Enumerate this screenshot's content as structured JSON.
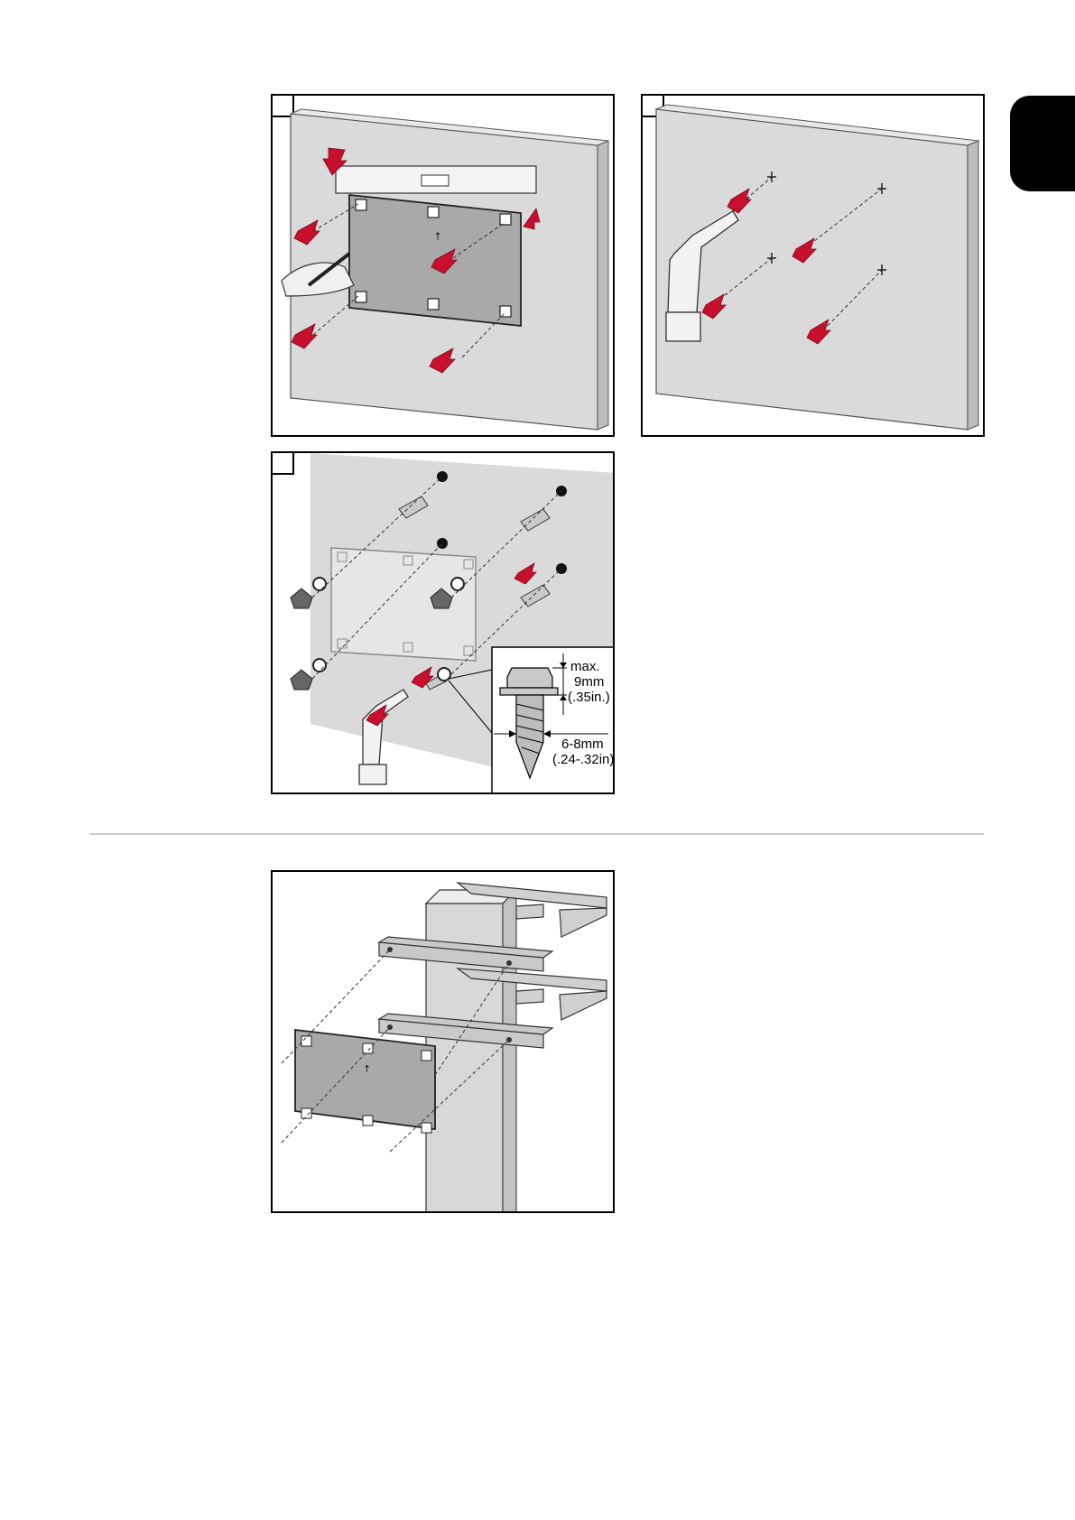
{
  "page": {
    "tab_color": "#000000",
    "divider_color": "#c8c8c8",
    "arrow_color": "#c8102e"
  },
  "panel3": {
    "detail": {
      "max_label": "max.",
      "max_value": "9mm",
      "max_inch": "(.35in.)",
      "diameter_value": "6-8mm",
      "diameter_inch": "(.24-.32in)"
    }
  },
  "icons": {
    "arrow": "red-step-arrow-icon",
    "drill": "drill-icon",
    "cross": "drill-mark-icon"
  }
}
